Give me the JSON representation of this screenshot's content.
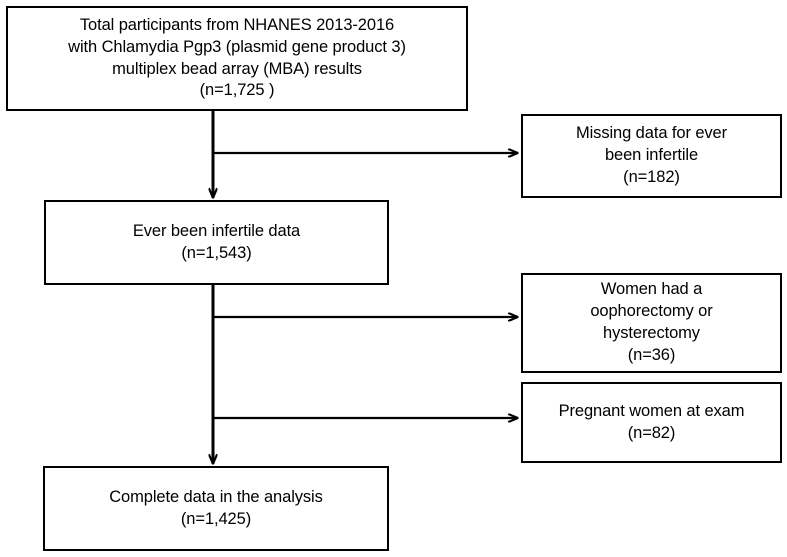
{
  "diagram": {
    "type": "participant-flow-diagram",
    "title": "NHANES 2013-2016 Chlamydia Pgp3 participant flow",
    "line_color": "#000000",
    "background_color": "#ffffff",
    "nodes": {
      "total_participants": {
        "id": "total-participants",
        "lines": [
          "Total participants from NHANES 2013-2016",
          "with Chlamydia Pgp3 (plasmid gene product 3)",
          "multiplex bead array (MBA) results",
          "(n=1,725 )"
        ],
        "count": 1725
      },
      "ever_infertile": {
        "id": "ever-been-infertile",
        "lines": [
          "Ever been infertile data",
          "(n=1,543)"
        ],
        "count": 1543
      },
      "complete_data": {
        "id": "complete-data-analysis",
        "lines": [
          "Complete data in the analysis",
          "(n=1,425)"
        ],
        "count": 1425
      },
      "missing_infertile": {
        "id": "missing-data-ever-infertile",
        "lines": [
          "Missing data for ever",
          "been infertile",
          "(n=182)"
        ],
        "count": 182
      },
      "surgery_excluded": {
        "id": "oophorectomy-hysterectomy",
        "lines": [
          "Women had a",
          "oophorectomy or",
          "hysterectomy",
          "(n=36)"
        ],
        "count": 36
      },
      "pregnant_excluded": {
        "id": "pregnant-women-at-exam",
        "lines": [
          "Pregnant women at exam",
          "(n=82)"
        ],
        "count": 82
      }
    },
    "connectors": [
      {
        "id": "trunk-total-to-infertile",
        "from": "total_participants",
        "to": "ever_infertile",
        "kind": "vertical-arrow"
      },
      {
        "id": "branch-missing",
        "from": "total_participants",
        "to": "missing_infertile",
        "kind": "elbow-arrow"
      },
      {
        "id": "trunk-infertile-to-complete",
        "from": "ever_infertile",
        "to": "complete_data",
        "kind": "vertical-arrow"
      },
      {
        "id": "branch-surgery",
        "from": "ever_infertile",
        "to": "surgery_excluded",
        "kind": "elbow-arrow"
      },
      {
        "id": "branch-pregnant",
        "from": "ever_infertile",
        "to": "pregnant_excluded",
        "kind": "elbow-arrow"
      }
    ]
  }
}
